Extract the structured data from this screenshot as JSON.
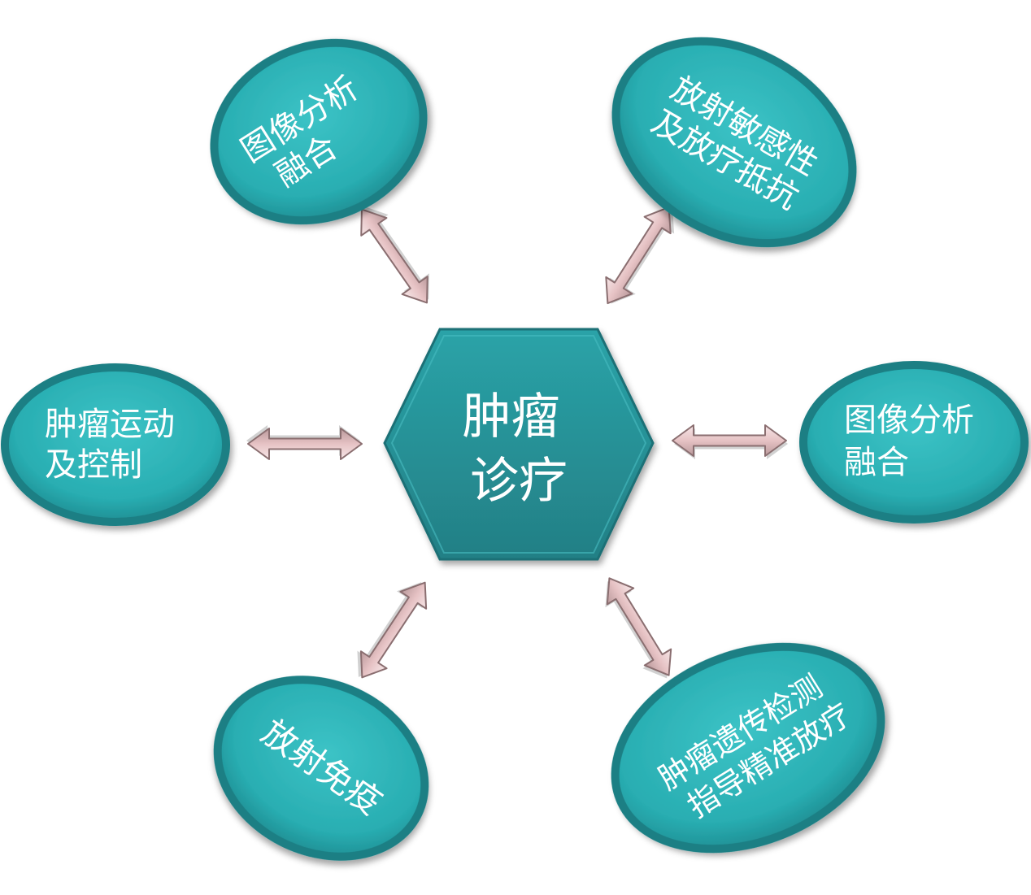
{
  "hub": {
    "lines": [
      "肿瘤",
      "诊疗"
    ]
  },
  "nodes": [
    {
      "id": "top-left",
      "lines": [
        "图像分析",
        "融合"
      ]
    },
    {
      "id": "top-right",
      "lines": [
        "放射敏感性",
        "及放疗抵抗"
      ]
    },
    {
      "id": "mid-left",
      "lines": [
        "肿瘤运动",
        "及控制"
      ]
    },
    {
      "id": "mid-right",
      "lines": [
        "图像分析",
        "融合"
      ]
    },
    {
      "id": "bottom-left",
      "lines": [
        "放射免疫"
      ]
    },
    {
      "id": "bottom-right",
      "lines": [
        "肿瘤遗传检测",
        "指导精准放疗"
      ]
    }
  ],
  "colors": {
    "node_fill": "#2ab0b4",
    "node_edge": "#1b7f84",
    "hub_fill": "#2a9da2",
    "arrow_fill": "#e9cfd0",
    "arrow_edge": "#8a6e70",
    "text": "#ffffff"
  }
}
